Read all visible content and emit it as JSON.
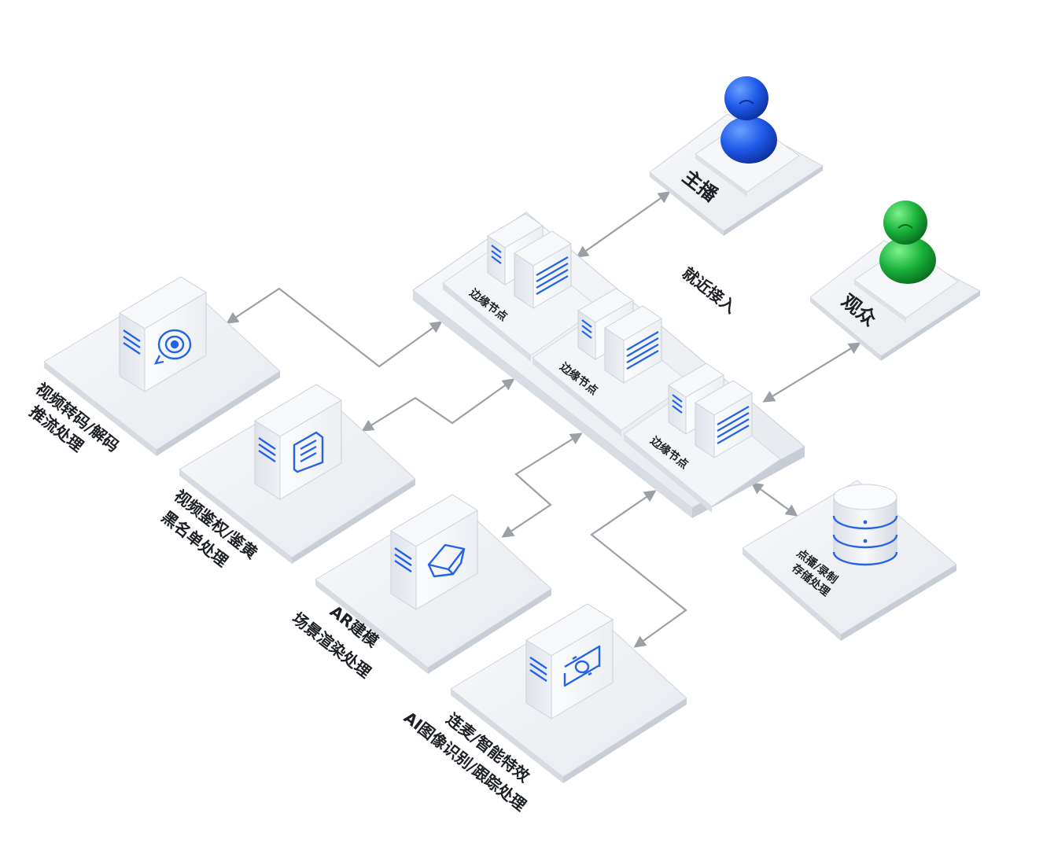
{
  "diagram": {
    "anchor": {
      "label": "主播"
    },
    "audience": {
      "label": "观众"
    },
    "access": {
      "label": "就近接入"
    },
    "edge_nodes": [
      {
        "label": "边缘节点"
      },
      {
        "label": "边缘节点"
      },
      {
        "label": "边缘节点"
      }
    ],
    "services": [
      {
        "line1": "视频转码/解码",
        "line2": "推流处理",
        "icon": "orbit-icon"
      },
      {
        "line1": "视频鉴权/鉴黄",
        "line2": "黑名单处理",
        "icon": "document-list-icon"
      },
      {
        "line1": "AR建模",
        "line2": "场景渲染处理",
        "icon": "cube-model-icon"
      },
      {
        "line1": "连麦/智能特效",
        "line2": "AI图像识别/跟踪处理",
        "icon": "face-scan-icon"
      }
    ],
    "storage": {
      "line1": "点播/录制",
      "line2": "存储处理",
      "icon": "database-icon"
    },
    "colors": {
      "anchor_blue": "#1f5ae8",
      "audience_green": "#19b23b",
      "icon_blue": "#2563e6",
      "platform": "#eef1f5",
      "arrow": "#9aa0a6"
    }
  }
}
